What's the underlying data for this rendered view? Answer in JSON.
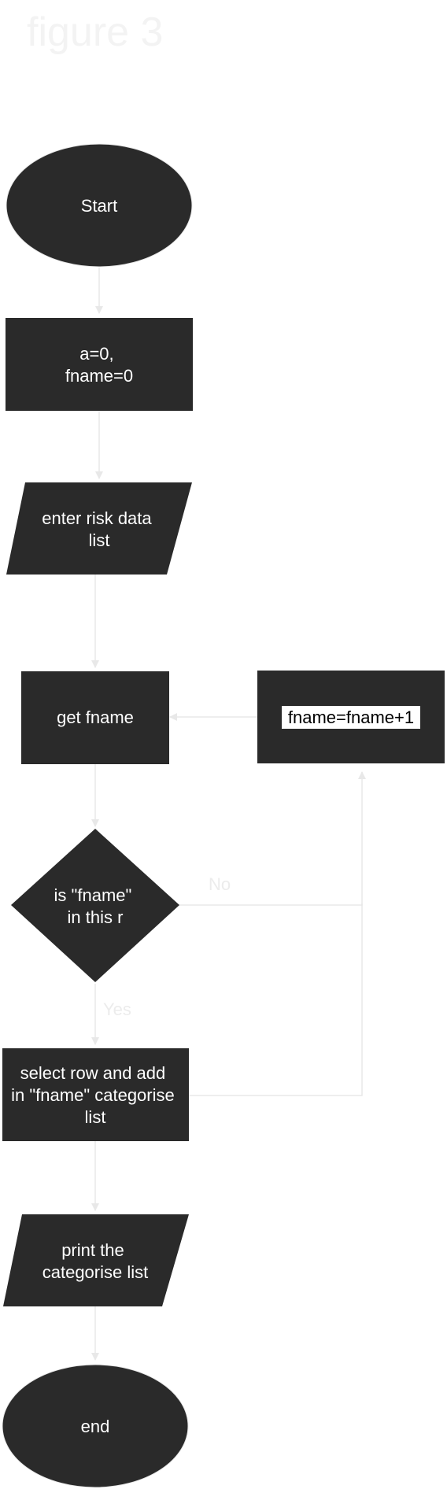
{
  "title": "figure 3",
  "colors": {
    "node_fill": "#2a2a2a",
    "node_text": "#ffffff",
    "edge": "#e8e8e8",
    "title": "#f3f3f3",
    "highlight_bg": "#ffffff",
    "highlight_text": "#000000"
  },
  "nodes": {
    "start": {
      "shape": "ellipse",
      "lines": [
        "Start"
      ]
    },
    "init": {
      "shape": "rectangle",
      "lines": [
        "a=0,",
        "fname=0"
      ]
    },
    "enter_data": {
      "shape": "parallelogram",
      "lines": [
        "enter risk data",
        "list"
      ]
    },
    "get_fname": {
      "shape": "rectangle",
      "lines": [
        "get fname"
      ]
    },
    "increment": {
      "shape": "rectangle",
      "lines": [
        "fname=fname+1"
      ],
      "highlighted": true
    },
    "decision": {
      "shape": "diamond",
      "lines": [
        "is \"fname\"",
        "in this r"
      ]
    },
    "select_row": {
      "shape": "rectangle",
      "lines": [
        "select row and add",
        "in \"fname\" categorise",
        "list"
      ]
    },
    "print_list": {
      "shape": "parallelogram",
      "lines": [
        "print the",
        "categorise list"
      ]
    },
    "end": {
      "shape": "ellipse",
      "lines": [
        "end"
      ]
    }
  },
  "edges": [
    {
      "from": "start",
      "to": "init",
      "label": ""
    },
    {
      "from": "init",
      "to": "enter_data",
      "label": ""
    },
    {
      "from": "enter_data",
      "to": "get_fname",
      "label": ""
    },
    {
      "from": "get_fname",
      "to": "decision",
      "label": ""
    },
    {
      "from": "decision",
      "to": "increment",
      "label": "No"
    },
    {
      "from": "select_row",
      "to": "increment",
      "label": ""
    },
    {
      "from": "increment",
      "to": "get_fname",
      "label": ""
    },
    {
      "from": "decision",
      "to": "select_row",
      "label": "Yes"
    },
    {
      "from": "select_row",
      "to": "print_list",
      "label": ""
    },
    {
      "from": "print_list",
      "to": "end",
      "label": ""
    }
  ]
}
